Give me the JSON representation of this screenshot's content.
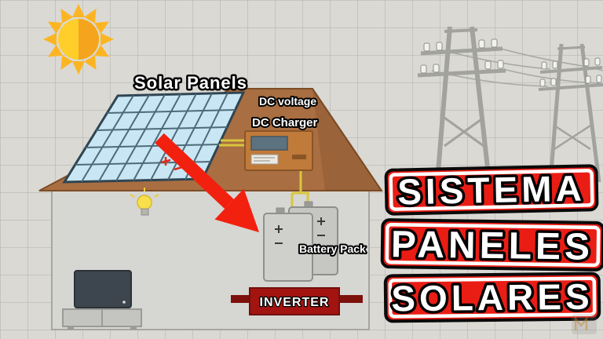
{
  "scene": {
    "labels": {
      "solar_panels": "Solar Panels",
      "dc_voltage": "DC voltage",
      "dc_charger": "DC Charger",
      "battery_pack": "Battery Pack",
      "inverter": "INVERTER"
    },
    "badges": [
      "SISTEMA",
      "PANELES",
      "SOLARES"
    ],
    "icons": {
      "sun": "sun-icon",
      "light_bulb": "light-bulb-icon",
      "transmission_towers": "transmission-towers-icon",
      "tv": "tv-icon",
      "watermark": "watermark-logo"
    },
    "colors": {
      "background": "#dad9d4",
      "badge_red": "#ea1d15",
      "roof_brown": "#a96e41",
      "panel_blue": "#c9e6f4",
      "inverter_red": "#a31410",
      "sun_yellow": "#ffc91e",
      "wire_yellow": "#d8c63e",
      "arrow_red": "#f2200f"
    }
  }
}
